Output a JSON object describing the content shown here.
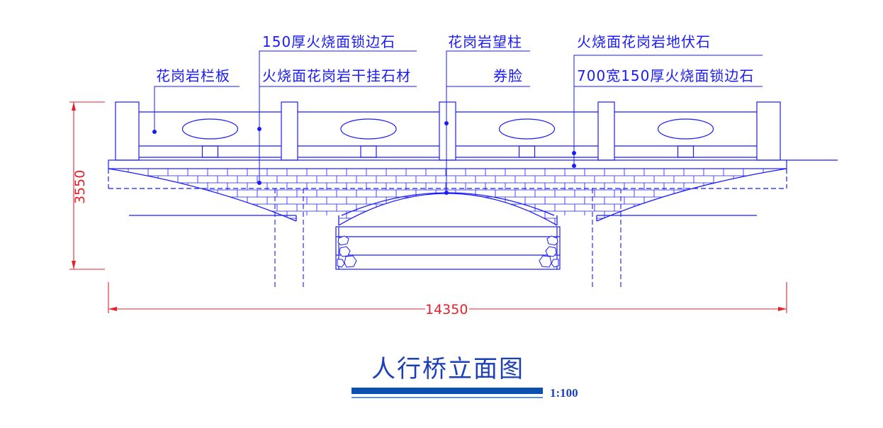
{
  "labels": {
    "granite_railing_panel": "花岗岩栏板",
    "coping_150": "150厚火烧面锁边石",
    "dry_hang_stone": "火烧面花岗岩干挂石材",
    "granite_post": "花岗岩望柱",
    "arch_face": "券脸",
    "ground_stone": "火烧面花岗岩地伏石",
    "coping_700_150": "700宽150厚火烧面锁边石"
  },
  "dimensions": {
    "height": "3550",
    "width": "14350"
  },
  "title": {
    "name": "人行桥立面图",
    "scale": "1:100"
  },
  "colors": {
    "drawing": "#1a1aff",
    "dimension": "#e8202a",
    "title_bar": "#0b4fb3"
  }
}
